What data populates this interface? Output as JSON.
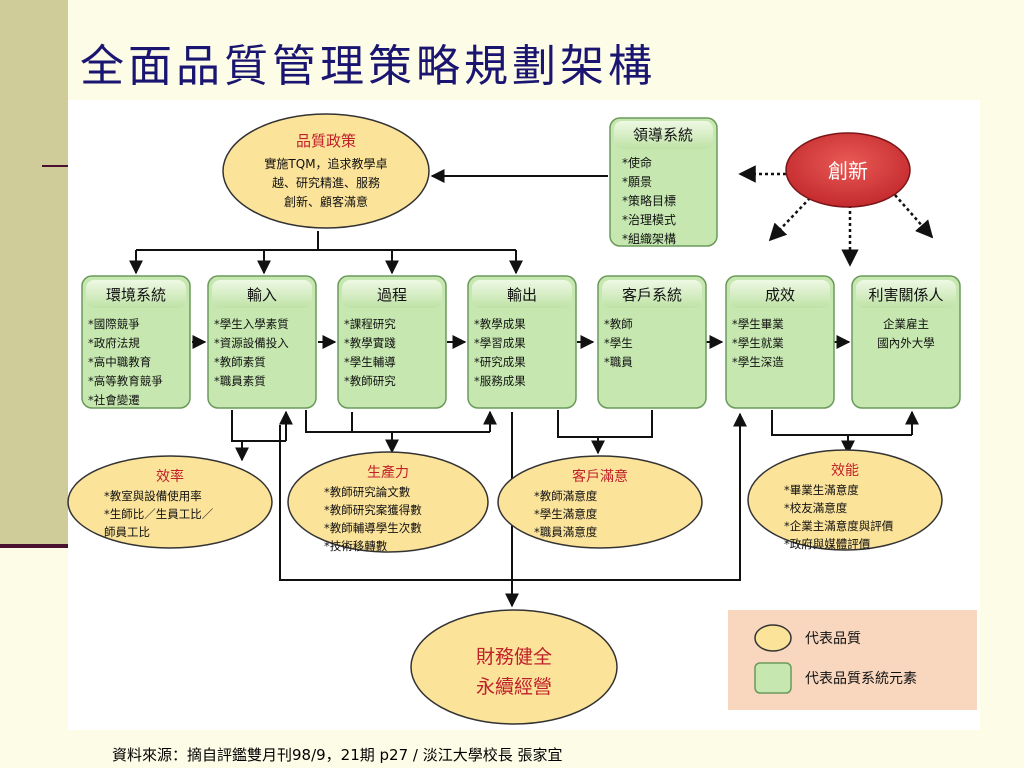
{
  "title": "全面品質管理策略規劃架構",
  "source": "資料來源：摘自評鑑雙月刊98/9，21期 p27 / 淡江大學校長 張家宜",
  "colors": {
    "ellipse_fill": "#fbe39a",
    "box_fill": "#c6e8b0",
    "innovation_fill": "#d5393a",
    "legend_bg": "#f9d7bf",
    "title_color": "#1a1570",
    "header_text": "#c0202a"
  },
  "quality_policy": {
    "header": "品質政策",
    "lines": [
      "實施TQM，追求教學卓",
      "越、研究精進、服務",
      "創新、顧客滿意"
    ]
  },
  "leadership": {
    "header": "領導系統",
    "items": [
      "*使命",
      "*願景",
      "*策略目標",
      "*治理模式",
      "*組織架構"
    ]
  },
  "innovation": {
    "label": "創新"
  },
  "boxes": [
    {
      "header": "環境系統",
      "items": [
        "*國際競爭",
        "*政府法規",
        "*高中職教育",
        "*高等教育競爭",
        "*社會變遷"
      ]
    },
    {
      "header": "輸入",
      "items": [
        "*學生入學素質",
        "*資源設備投入",
        "*教師素質",
        "*職員素質"
      ]
    },
    {
      "header": "過程",
      "items": [
        "*課程研究",
        "*教學實踐",
        "*學生輔導",
        "*教師研究"
      ]
    },
    {
      "header": "輸出",
      "items": [
        "*教學成果",
        "*學習成果",
        "*研究成果",
        "*服務成果"
      ]
    },
    {
      "header": "客戶系統",
      "items": [
        "*教師",
        "*學生",
        "*職員"
      ]
    },
    {
      "header": "成效",
      "items": [
        "*學生畢業",
        "*學生就業",
        "*學生深造"
      ]
    },
    {
      "header": "利害關係人",
      "items": [
        "企業雇主",
        "國內外大學"
      ]
    }
  ],
  "ovals": [
    {
      "header": "效率",
      "items": [
        "*教室與設備使用率",
        "*生師比／生員工比／",
        "師員工比"
      ]
    },
    {
      "header": "生產力",
      "items": [
        "*教師研究論文數",
        "*教師研究案獲得數",
        "*教師輔導學生次數",
        "*技術移轉數"
      ]
    },
    {
      "header": "客戶滿意",
      "items": [
        "*教師滿意度",
        "*學生滿意度",
        "*職員滿意度"
      ]
    },
    {
      "header": "效能",
      "items": [
        "*畢業生滿意度",
        "*校友滿意度",
        "*企業主滿意度與評價",
        "*政府與媒體評價"
      ]
    }
  ],
  "finance": {
    "lines": [
      "財務健全",
      "永續經營"
    ]
  },
  "legend": {
    "quality": "代表品質",
    "element": "代表品質系統元素"
  }
}
